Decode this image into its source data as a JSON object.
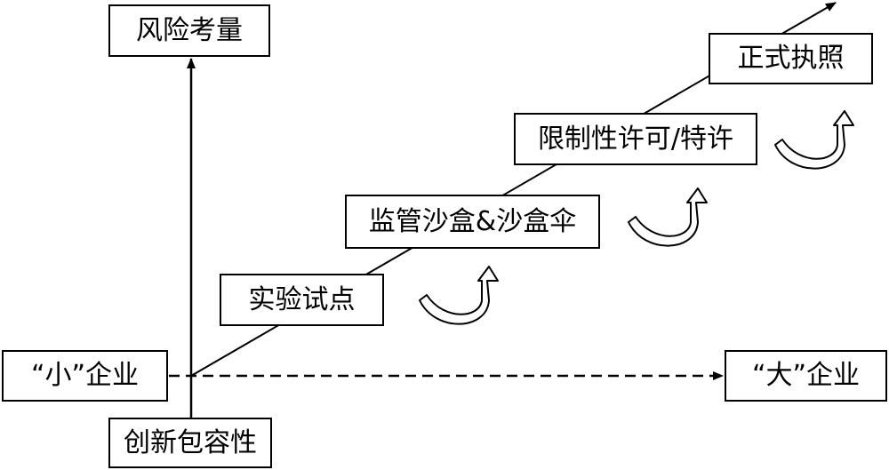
{
  "vertical_axis": {
    "label": "风险考量"
  },
  "horizontal_axis": {
    "start_label": "“小”企业",
    "end_label": "“大”企业"
  },
  "origin_label": "创新包容性",
  "stages": [
    {
      "label": "实验试点"
    },
    {
      "label": "监管沙盒&沙盒伞"
    },
    {
      "label": "限制性许可/特许"
    },
    {
      "label": "正式执照"
    }
  ],
  "colors": {
    "stroke": "#000000",
    "background": "#ffffff"
  },
  "icons": [
    "curved-up-arrow-icon",
    "curved-up-arrow-icon",
    "curved-up-arrow-icon",
    "curved-up-arrow-icon"
  ]
}
